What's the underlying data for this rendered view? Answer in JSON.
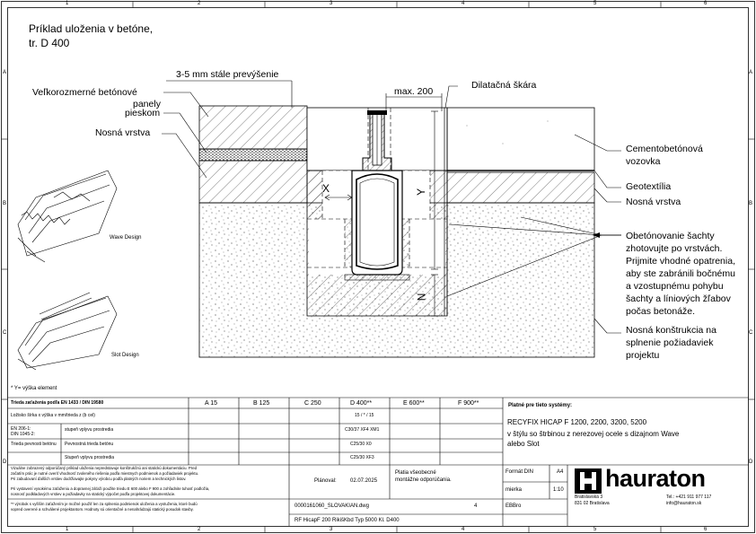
{
  "title": {
    "line1": "Príklad uloženia v betóne,",
    "line2": "tr. D 400"
  },
  "grid": {
    "cols": [
      "1",
      "2",
      "3",
      "4",
      "5",
      "6"
    ],
    "rows": [
      "A",
      "B",
      "C",
      "D"
    ]
  },
  "labels": {
    "surface_diff": "3-5 mm stále prevýšenie",
    "panels": "Veľkorozmerné betónové panely",
    "panels_line1": "Veľkorozmerné betónové",
    "panels_line2": "panely",
    "sand": "pieskom",
    "base_left": "Nosná vrstva",
    "max": "max. 200",
    "expansion": "Dilatačná škára",
    "road": [
      "Cementobetónová",
      "vozovka"
    ],
    "geotextile": "Geotextília",
    "base_right": "Nosná vrstva",
    "encasement": [
      "Obetónovanie šachty",
      "zhotovujte po vrstvách.",
      "Prijmite vhodné opatrenia,",
      "aby ste zabránili bočnému",
      "a vzostupnému pohybu",
      "šachty a líniových žľabov",
      "počas betonáže."
    ],
    "construction": [
      "Nosná konštrukcia na",
      "splnenie požiadaviek",
      "projektu"
    ],
    "x": "X",
    "y": "Y",
    "n": "N",
    "wave": "Wave Design",
    "slot": "Slot Design",
    "footnote": "* Y= výška element"
  },
  "table": {
    "head_label": "Trieda zaťaženia podľa EN 1433 / DIN 19580",
    "classes": [
      "A 15",
      "B 125",
      "C 250",
      "D 400**",
      "E 600**",
      "F 900**"
    ],
    "row1_label": "Ložisko šírka x výška v mm/trieda z (b cel)",
    "row1_value": "15 / * / 15",
    "row2_label_a": "EN 206-1:",
    "row2_label_b": "DIN 1045-2:",
    "row2_sub1": "stupeň vplyvu prostredia",
    "row2_value1": "C30/37 XF4 XM1",
    "row3_label": "Trieda pevnosti betónu",
    "row3_sub": "Pevnostná trieda betónu",
    "row3_value": "C25/30 X0",
    "row4_sub": "Stupeň vplyvu prostredia",
    "row4_value": "C25/30 XF3",
    "note_lines": [
      "Vizuálne zobrazený odporúčaný príklad uloženia nepredstavuje konštrukčnú ani statickú dokumentáciu. Pred",
      "začatím prác je nutné overiť vhodnosť zvoleného riešenia podľa miestnych podmienok a požiadaviek projektu.",
      "Pri zabudovaní ďalších vrstiev dodržiavajte pokyny výrobcu podľa platných noriem a technických listov.",
      "Pri vystavení vysokému zaťaženiu a dopravnej záťaži použite triedu E 600 alebo F 900 a zohľadnite tuhosť podložia,",
      "nosnosť podkladových vrstiev a požiadavky na statický výpočet podľa projektovej dokumentácie.",
      "** výrobok s vyšším zaťažením je možné použiť len za splnenia podmienok uloženia a vystuženia, ktoré budú",
      "vopred overené a schválené projektantom. Hodnoty sú orientačné a nenahrádzajú statický posudok stavby."
    ],
    "valid_label": "Platné pre tieto systémy:",
    "systems": [
      "RECYFIX HICAP F 1200, 2200, 3200, 5200",
      "v štýlu so štrbinou z nerezovej ocele s dizajnom Wave",
      "alebo Slot"
    ],
    "author_label": "Plánoval:",
    "date": "02.07.2025",
    "validity_note": [
      "Platia všeobecné",
      "montážne odporúčania."
    ],
    "file": "0000161060_SLOVAKIAN.dwg",
    "sheet_no": "4",
    "product": "RF HicapF 200 RikišKbd Typ 5000 Kl. D400",
    "format_label": "Formát DIN",
    "format_value": "A4",
    "scale_label": "mierka",
    "scale_value": "1:10",
    "eb": "EBBro",
    "address": [
      "Bratislavská 3",
      "831 02 Bratislava"
    ],
    "contact": [
      "Tel.: +421 911 977 117",
      "info@hauraton.sk"
    ],
    "brand": "hauraton"
  }
}
